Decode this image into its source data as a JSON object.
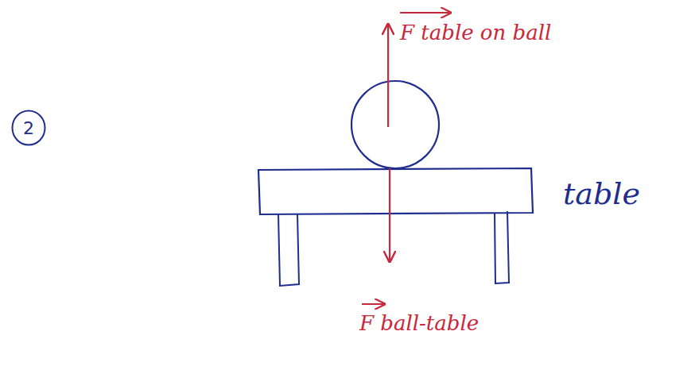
{
  "diagram": {
    "nodes": [
      {
        "text": [
          "2"
        ]
      }
    ],
    "labels": [
      "F table on ball",
      "table",
      "F ball-table"
    ]
  }
}
